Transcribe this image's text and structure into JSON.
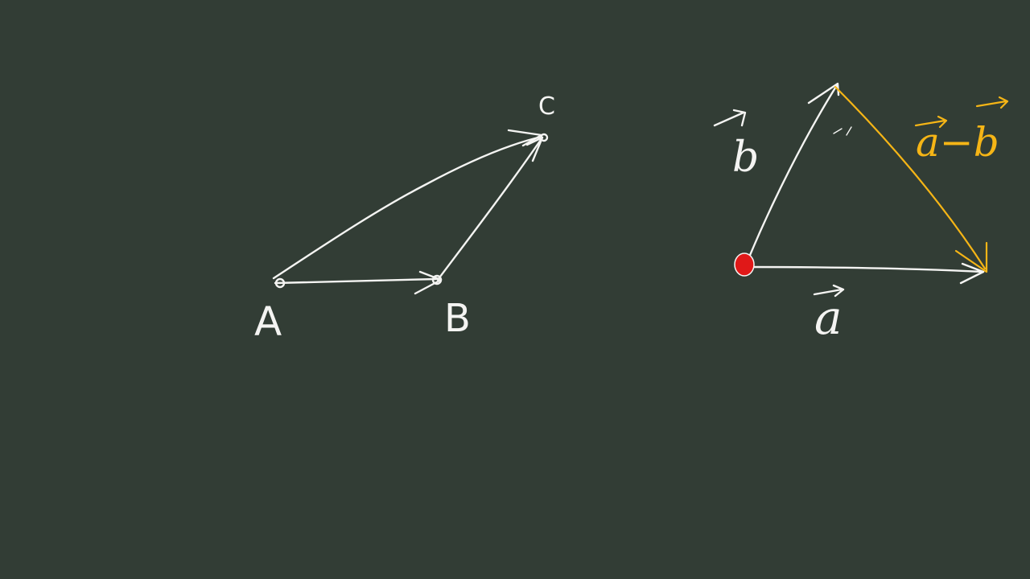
{
  "diagram": {
    "left_triangle": {
      "labels": {
        "a": "A",
        "b": "B",
        "c": "C"
      }
    },
    "right_triangle": {
      "labels": {
        "vector_a": "a",
        "vector_b": "b",
        "difference": "a−b"
      }
    },
    "colors": {
      "background": "#323d35",
      "chalk_white": "#f4f4f2",
      "chalk_yellow": "#f5b516",
      "origin_marker": "#e01818"
    }
  }
}
